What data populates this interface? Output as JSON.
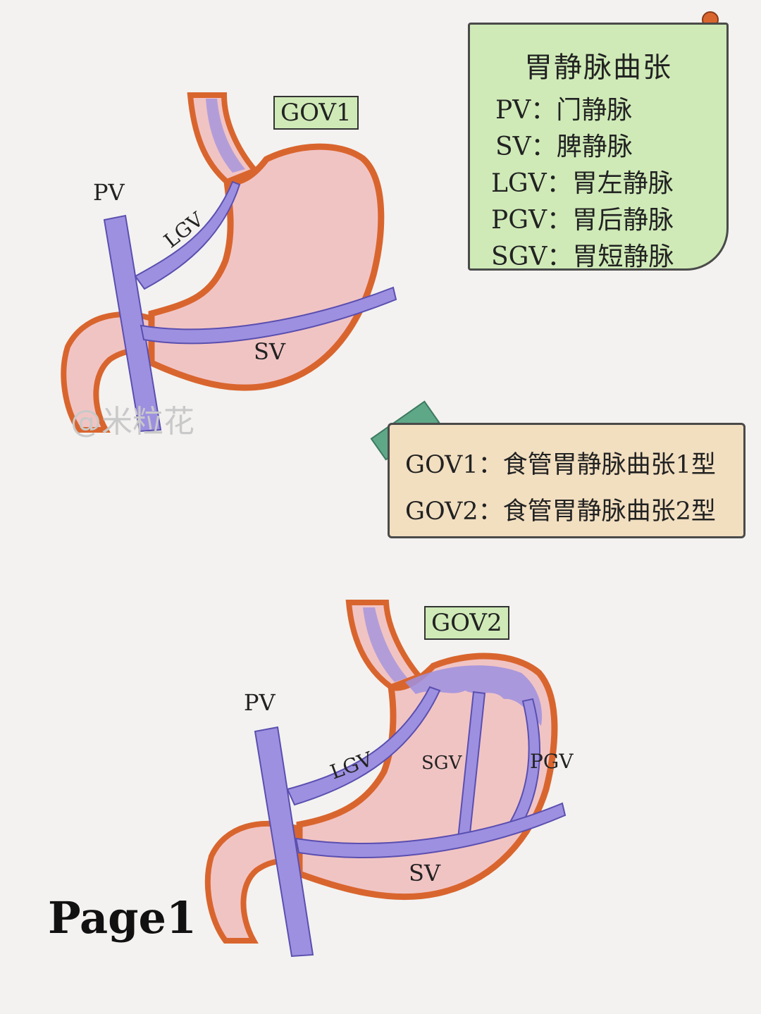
{
  "legend": {
    "title": "胃静脉曲张",
    "items": [
      {
        "abbr": "PV",
        "sep": "：",
        "name": "门静脉"
      },
      {
        "abbr": "SV",
        "sep": "：",
        "name": "脾静脉"
      },
      {
        "abbr": "LGV",
        "sep": "：",
        "name": "胃左静脉"
      },
      {
        "abbr": "PGV",
        "sep": "：",
        "name": "胃后静脉"
      },
      {
        "abbr": "SGV",
        "sep": "：",
        "name": "胃短静脉"
      }
    ]
  },
  "definitions": [
    {
      "code": "GOV1",
      "sep": "：",
      "text": "食管胃静脉曲张1型"
    },
    {
      "code": "GOV2",
      "sep": "：",
      "text": "食管胃静脉曲张2型"
    }
  ],
  "diagram1": {
    "label": "GOV1",
    "pv": "PV",
    "lgv": "LGV",
    "sv": "SV"
  },
  "diagram2": {
    "label": "GOV2",
    "pv": "PV",
    "lgv": "LGV",
    "sgv": "SGV",
    "pgv": "PGV",
    "sv": "SV"
  },
  "page_label": "Page1",
  "watermark": "@米粒花",
  "colors": {
    "stomach_fill": "#f1c4c4",
    "stomach_outline": "#d9652e",
    "vein": "#9d90e0",
    "vein_outline": "#5a4fb0",
    "note_green": "#cfeab7",
    "note_tan": "#f2dfc0",
    "tape": "#5ea888",
    "pin": "#d9652e"
  }
}
